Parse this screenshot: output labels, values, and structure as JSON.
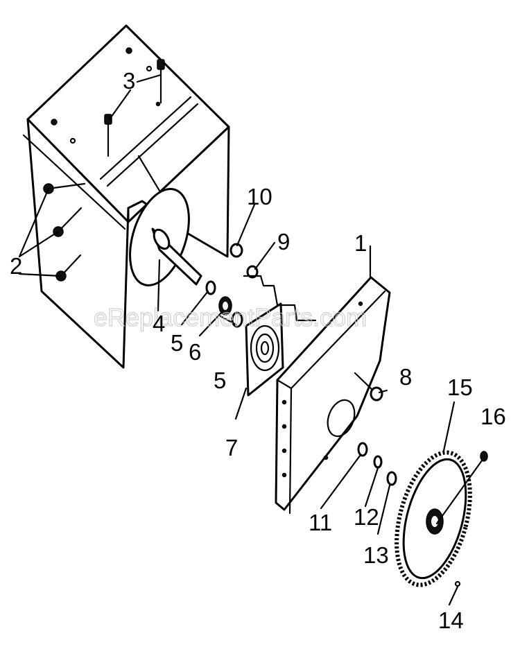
{
  "watermark": "eReplacementParts.com",
  "callouts": [
    {
      "id": "1",
      "label": "1"
    },
    {
      "id": "2",
      "label": "2"
    },
    {
      "id": "3",
      "label": "3"
    },
    {
      "id": "4",
      "label": "4"
    },
    {
      "id": "5a",
      "label": "5"
    },
    {
      "id": "5b",
      "label": "5"
    },
    {
      "id": "6",
      "label": "6"
    },
    {
      "id": "7",
      "label": "7"
    },
    {
      "id": "8",
      "label": "8"
    },
    {
      "id": "9",
      "label": "9"
    },
    {
      "id": "10",
      "label": "10"
    },
    {
      "id": "11",
      "label": "11"
    },
    {
      "id": "12",
      "label": "12"
    },
    {
      "id": "13",
      "label": "13"
    },
    {
      "id": "14",
      "label": "14"
    },
    {
      "id": "15",
      "label": "15"
    },
    {
      "id": "16",
      "label": "16"
    }
  ]
}
